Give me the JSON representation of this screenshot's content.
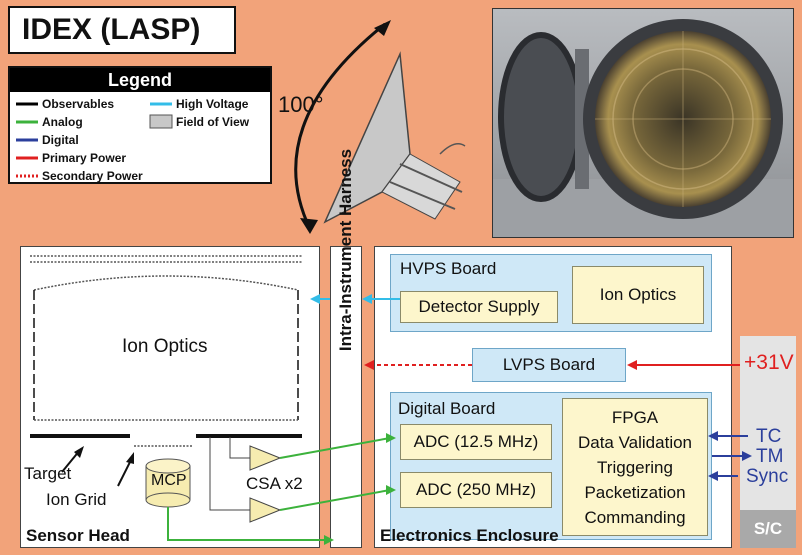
{
  "title": "IDEX (LASP)",
  "legend": {
    "heading": "Legend",
    "items": [
      {
        "label": "Observables",
        "color": "#000000",
        "style": "solid"
      },
      {
        "label": "High Voltage",
        "color": "#33bde8",
        "style": "solid"
      },
      {
        "label": "Analog",
        "color": "#3cb23c",
        "style": "solid"
      },
      {
        "label": "Field of View",
        "color": "#c8c8c8",
        "style": "swatch"
      },
      {
        "label": "Digital",
        "color": "#2b3f9c",
        "style": "solid"
      },
      {
        "label": "Primary Power",
        "color": "#e02020",
        "style": "solid"
      },
      {
        "label": "Secondary Power",
        "color": "#e02020",
        "style": "dotted"
      }
    ]
  },
  "fov_label": "100°",
  "sensor_head": {
    "label": "Sensor Head",
    "ion_optics": "Ion Optics",
    "target": "Target",
    "ion_grid": "Ion Grid",
    "mcp": "MCP",
    "csa": "CSA x2"
  },
  "harness": "Intra-Instrument Harness",
  "electronics": {
    "label": "Electronics Enclosure",
    "hvps": {
      "title": "HVPS Board",
      "detector": "Detector Supply",
      "ion_optics": "Ion Optics"
    },
    "lvps": "LVPS Board",
    "digital": {
      "title": "Digital Board",
      "adc1": "ADC (12.5 MHz)",
      "adc2": "ADC (250 MHz)",
      "fpga": [
        "FPGA",
        "Data Validation",
        "Triggering",
        "Packetization",
        "Commanding"
      ]
    }
  },
  "spacecraft": {
    "power": "+31V",
    "signals": [
      "TC",
      "TM",
      "Sync"
    ],
    "label": "S/C"
  },
  "colors": {
    "background": "#f2a37a",
    "observables": "#000000",
    "high_voltage": "#33bde8",
    "analog": "#3cb23c",
    "digital": "#2b3f9c",
    "power": "#e02020"
  }
}
